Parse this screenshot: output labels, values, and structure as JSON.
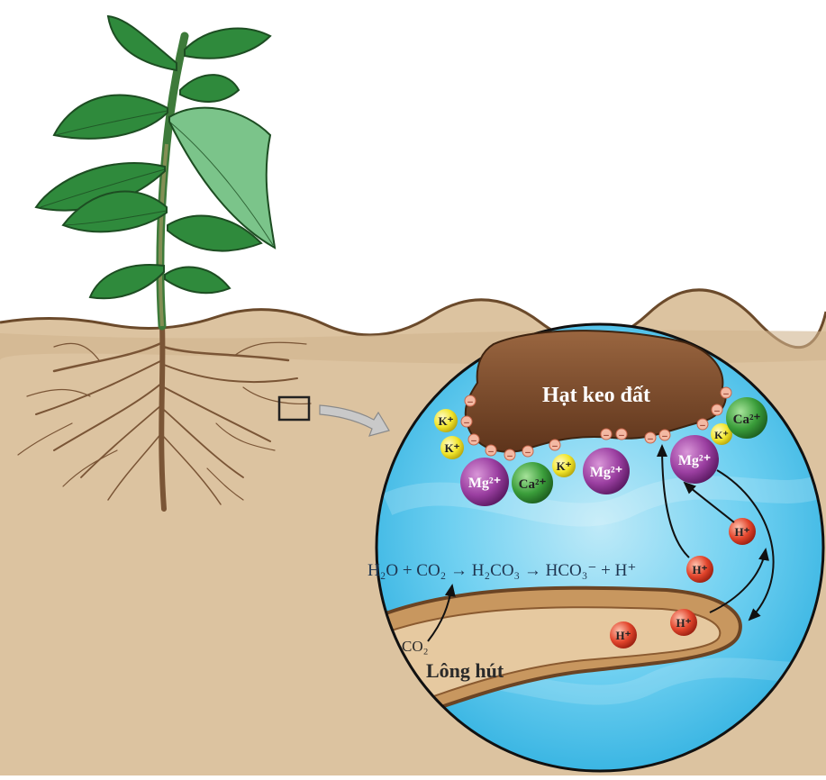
{
  "diagram": {
    "colloid_label": "Hạt keo đất",
    "root_hair_label": "Lông hút",
    "co2_label": "CO₂",
    "equation": "H₂O + CO₂ → H₂CO₃ → HCO₃⁻ + H⁺",
    "ions": {
      "k": "K⁺",
      "ca": "Ca²⁺",
      "mg": "Mg²⁺",
      "h": "H⁺",
      "neg": "–"
    },
    "colors": {
      "soil": "#dcc3a0",
      "soil_dark": "#c9a57b",
      "water": "#4cc3ec",
      "water_light": "#a9e3f6",
      "colloid": "#7b4a2a",
      "root_hair": "#c8975f",
      "mg_ion": "#9b3fa1",
      "ca_ion": "#3a9d3a",
      "k_ion": "#f2e62c",
      "h_ion": "#e2452c",
      "neg_charge": "#f3b9a3",
      "leaf": "#2f8a3c",
      "root": "#7a5536"
    }
  }
}
